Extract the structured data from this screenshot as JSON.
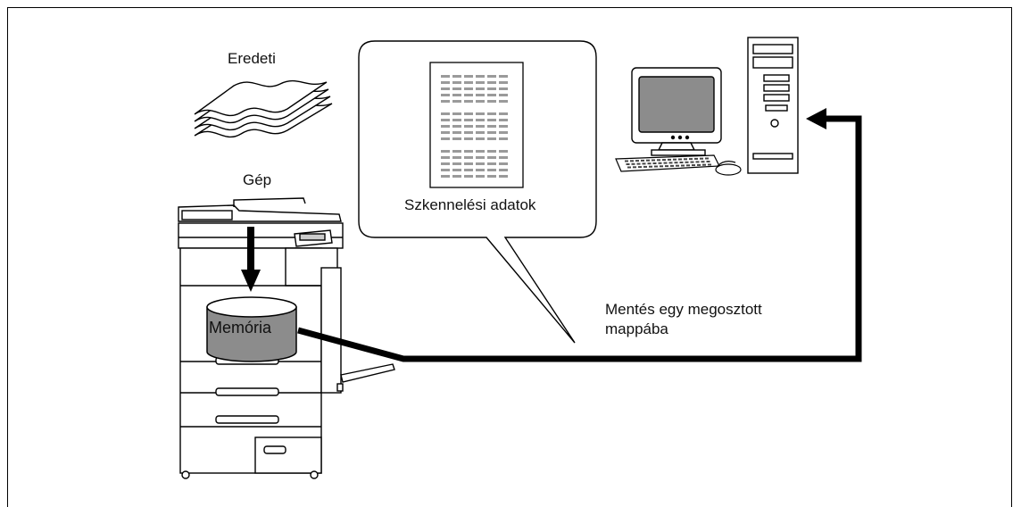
{
  "labels": {
    "originals": "Eredeti",
    "machine": "Gép",
    "scan_data": "Szkennelési adatok",
    "save_line1": "Mentés egy megosztott",
    "save_line2": "mappába",
    "memory": "Memória"
  },
  "icons": [
    "paper-stack-icon",
    "mfp-machine-icon",
    "memory-cylinder-icon",
    "document-page-icon",
    "computer-monitor-icon",
    "keyboard-icon",
    "mouse-icon",
    "pc-tower-icon"
  ],
  "colors": {
    "stroke": "#000000",
    "memory_fill": "#8c8c8c",
    "monitor_screen": "#8c8c8c",
    "scan_lines": "#9a9a9a",
    "arrow": "#000000"
  }
}
